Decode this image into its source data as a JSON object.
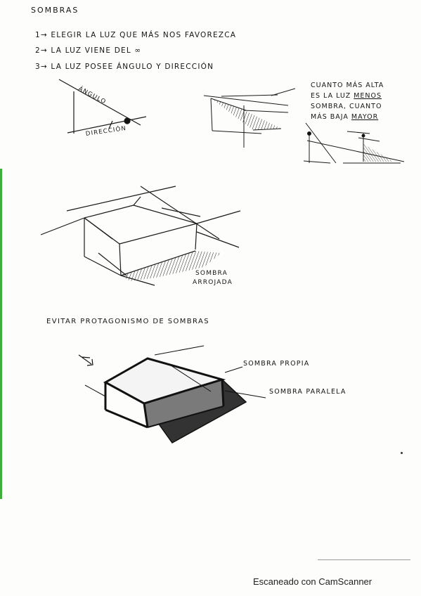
{
  "heading": "SOMBRAS",
  "rules": [
    "1→ ELEGIR LA LUZ QUE MÁS NOS FAVOREZCA",
    "2→ LA LUZ VIENE DEL ∞",
    "3→ LA LUZ POSEE ÁNGULO Y DIRECCIÓN"
  ],
  "diagram1": {
    "angle_label": "ÁNGULO",
    "direction_label": "DIRECCIÓN"
  },
  "side_note": {
    "line1": "CUANTO MÁS ALTA",
    "line2_prefix": "ES LA LUZ ",
    "line2_emph": "MENOS",
    "line3": "SOMBRA, CUANTO",
    "line4_prefix": "MÁS BAJA ",
    "line4_emph": "MAYOR"
  },
  "diagram2": {
    "label_line1": "SOMBRA",
    "label_line2": "ARROJADA"
  },
  "section_title": "EVITAR PROTAGONISMO DE SOMBRAS",
  "diagram3": {
    "label_own_shadow": "SOMBRA PROPIA",
    "label_parallel_shadow": "SOMBRA PARALELA"
  },
  "footer": {
    "scanner_prefix": "Escaneado con ",
    "scanner_brand": "CamScanner"
  }
}
